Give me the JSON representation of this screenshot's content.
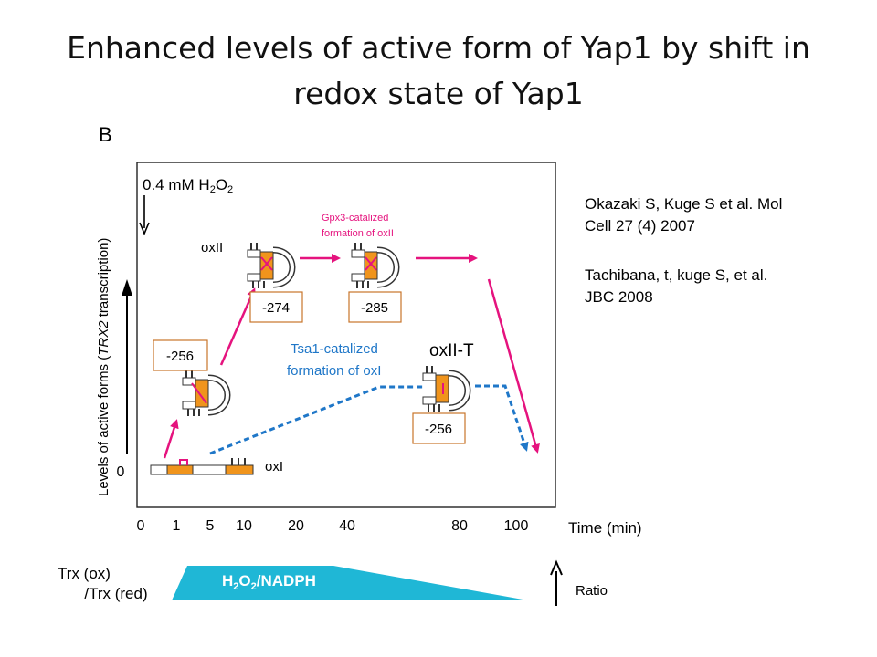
{
  "slide": {
    "title_line1": "Enhanced levels of active form of Yap1 by shift in",
    "title_line2": "redox state of Yap1"
  },
  "references": {
    "ref1_line1": "Okazaki S, Kuge S et al. Mol",
    "ref1_line2": "Cell 27 (4) 2007",
    "ref2_line1": "Tachibana, t, kuge S, et al.",
    "ref2_line2": "JBC 2008"
  },
  "figure": {
    "panel_label": "B",
    "ylabel_prefix": "Levels of active forms (",
    "ylabel_gene": "TRX2",
    "ylabel_suffix": " transcription)",
    "y_zero_label": "0",
    "treatment_prefix": "0.4 mM H",
    "treatment_sub": "2",
    "treatment_mid": "O",
    "treatment_sub2": "2",
    "x_ticks": [
      "0",
      "1",
      "5",
      "10",
      "20",
      "40",
      "80",
      "100"
    ],
    "x_title": "Time (min)",
    "forms": {
      "oxII": "oxII",
      "oxII_T": "oxII-T",
      "oxI": "oxI"
    },
    "enzymes": {
      "gpx3_line1": "Gpx3-catalized",
      "gpx3_line2": "formation of oxII",
      "tsa1_line1": "Tsa1-catalized",
      "tsa1_line2": "formation of oxI"
    },
    "boxes": [
      "-256",
      "-274",
      "-285",
      "-256"
    ],
    "ratio_left_line1": "Trx (ox)",
    "ratio_left_line2": "/Trx (red)",
    "ratio_band_H": "H",
    "ratio_band_2a": "2",
    "ratio_band_O": "O",
    "ratio_band_2b": "2",
    "ratio_band_rest": "/NADPH",
    "ratio_right": "Ratio"
  },
  "colors": {
    "magenta": "#e5137e",
    "blue": "#1f77c8",
    "orange": "#f0941c",
    "cyan": "#1fb7d6",
    "box_border": "#c8742a"
  }
}
